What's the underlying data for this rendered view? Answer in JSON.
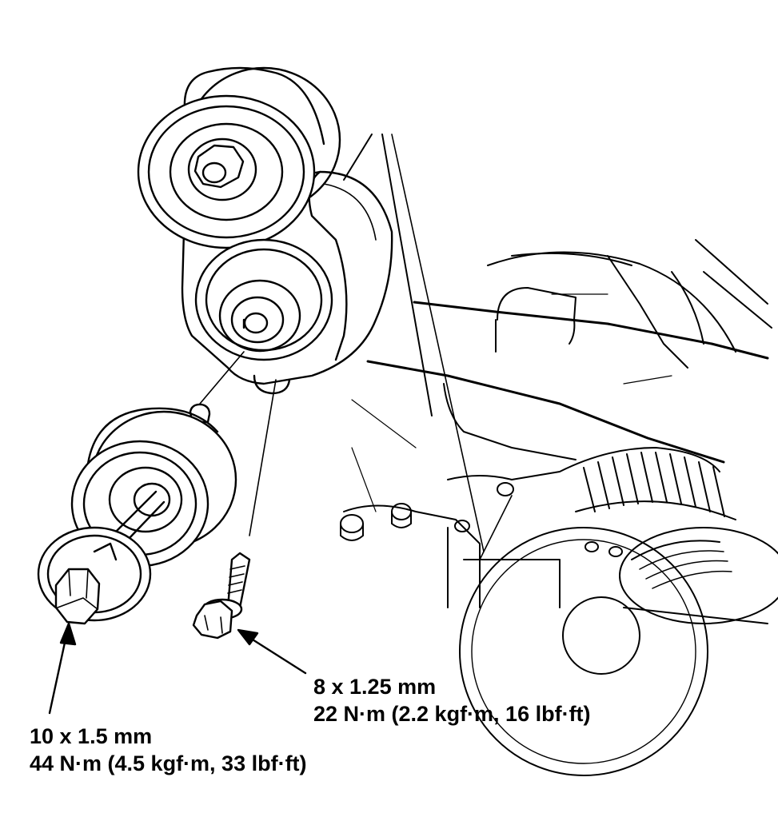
{
  "callouts": {
    "small_bolt": {
      "size": "8 x 1.25 mm",
      "torque": "22 N·m (2.2 kgf·m, 16 lbf·ft)"
    },
    "large_bolt": {
      "size": "10 x 1.5 mm",
      "torque": "44 N·m (4.5 kgf·m, 33 lbf·ft)"
    }
  },
  "colors": {
    "line": "#000000",
    "background": "#ffffff"
  }
}
